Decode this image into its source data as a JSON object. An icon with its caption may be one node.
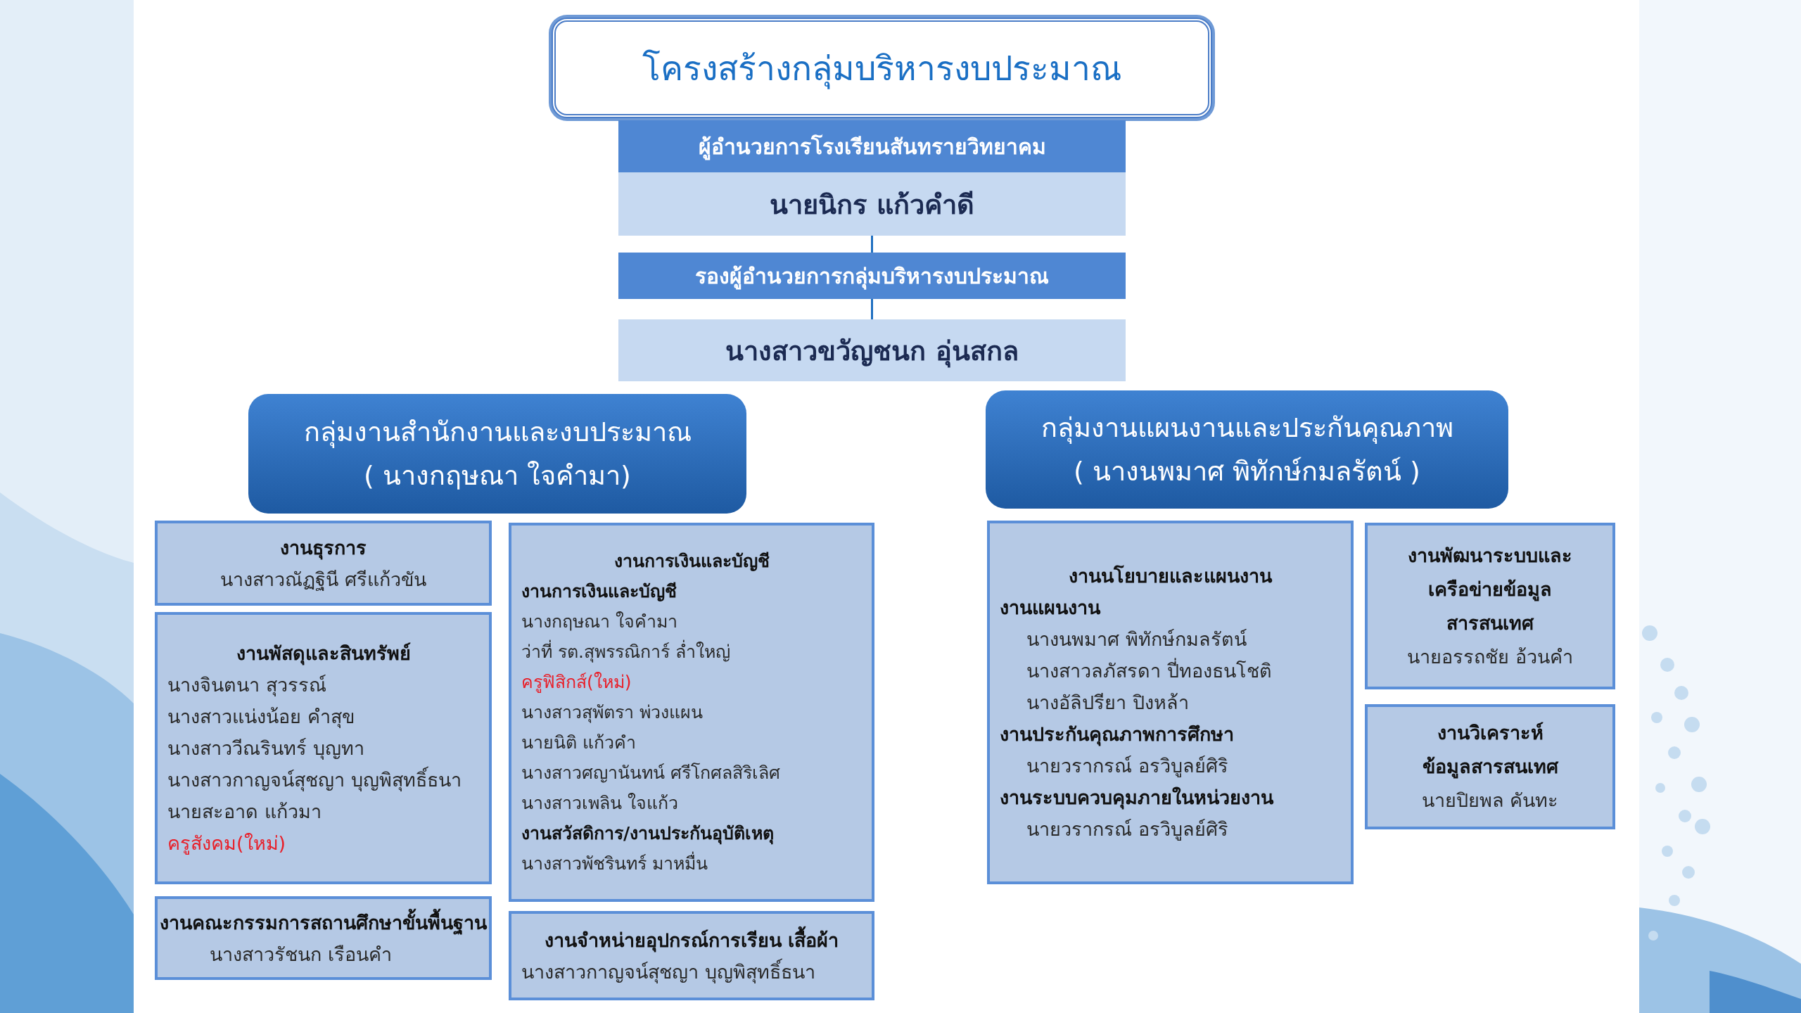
{
  "diagram": {
    "title": "โครงสร้างกลุ่มบริหารงบประมาณ",
    "nodes": [
      {
        "text": [
          "ผู้อำนวยการโรงเรียนสันทรายวิทยาคม"
        ]
      },
      {
        "text": [
          "นายนิกร  แก้วคำดี"
        ]
      },
      {
        "text": [
          "รองผู้อำนวยการกลุ่มบริหารงบประมาณ"
        ]
      },
      {
        "text": [
          "นางสาวขวัญชนก  อุ่นสกล"
        ]
      },
      {
        "text": [
          "กลุ่มงานสำนักงานและงบประมาณ",
          "( นางกฤษณา  ใจคำมา)"
        ]
      },
      {
        "text": [
          "งานธุรการ",
          "นางสาวณัฏฐินี  ศรีแก้วขัน"
        ]
      },
      {
        "text": [
          "งานพัสดุและสินทรัพย์",
          "นางจินตนา  สุวรรณ์",
          "นางสาวแน่งน้อย  คำสุข",
          "นางสาววีณรินทร์  บุญทา",
          "นางสาวกาญจน์สุชญา บุญพิสุทธิ์ธนา",
          "นายสะอาด แก้วมา",
          "ครูสังคม(ใหม่)"
        ]
      },
      {
        "text": [
          "งานการเงินและบัญชี",
          "งานการเงินและบัญชี",
          "นางกฤษณา  ใจคำมา",
          "ว่าที่ รต.สุพรรณิการ์  ล่ำใหญ่",
          "ครูฟิสิกส์(ใหม่)",
          "นางสาวสุพัตรา พ่วงแผน",
          "นายนิติ  แก้วคำ",
          "นางสาวศญานันทน์  ศรีโกศลสิริเลิศ",
          "นางสาวเพลิน ใจแก้ว",
          "งานสวัสดิการ/งานประกันอุบัติเหตุ",
          "นางสาวพัชรินทร์ มาหมื่น"
        ]
      },
      {
        "text": [
          "งานคณะกรรมการสถานศึกษาขั้นพื้นฐาน",
          "นางสาวรัชนก      เรือนคำ"
        ]
      },
      {
        "text": [
          "งานจำหน่ายอุปกรณ์การเรียน เสื้อผ้า",
          "นางสาวกาญจน์สุชญา บุญพิสุทธิ์ธนา"
        ]
      },
      {
        "text": [
          "กลุ่มงานแผนงานและประกันคุณภาพ",
          "( นางนพมาศ  พิทักษ์กมลรัตน์ )"
        ]
      },
      {
        "text": [
          "งานนโยบายและแผนงาน",
          "งานแผนงาน",
          "นางนพมาศ  พิทักษ์กมลรัตน์",
          "นางสาวลภัสรดา ปี่ทองธนโชติ",
          "นางอัลิปรียา ปิงหล้า",
          "งานประกันคุณภาพการศึกษา",
          "นายวรากรณ์ อรวิบูลย์ศิริ",
          "งานระบบควบคุมภายในหน่วยงาน",
          "นายวรากรณ์ อรวิบูลย์ศิริ"
        ]
      },
      {
        "text": [
          "งานพัฒนาระบบและเครือข่ายข้อมูลสารสนเทศ",
          "นายอรรถชัย   อ้วนคำ"
        ]
      },
      {
        "text": [
          "งานวิเคราะห์ข้อมูลสารสนเทศ",
          "นายปิยพล  คันทะ"
        ]
      }
    ],
    "edges": [
      {
        "from": 1,
        "to": 2,
        "arrow": "none"
      },
      {
        "from": 2,
        "to": 3,
        "arrow": "none"
      }
    ]
  }
}
